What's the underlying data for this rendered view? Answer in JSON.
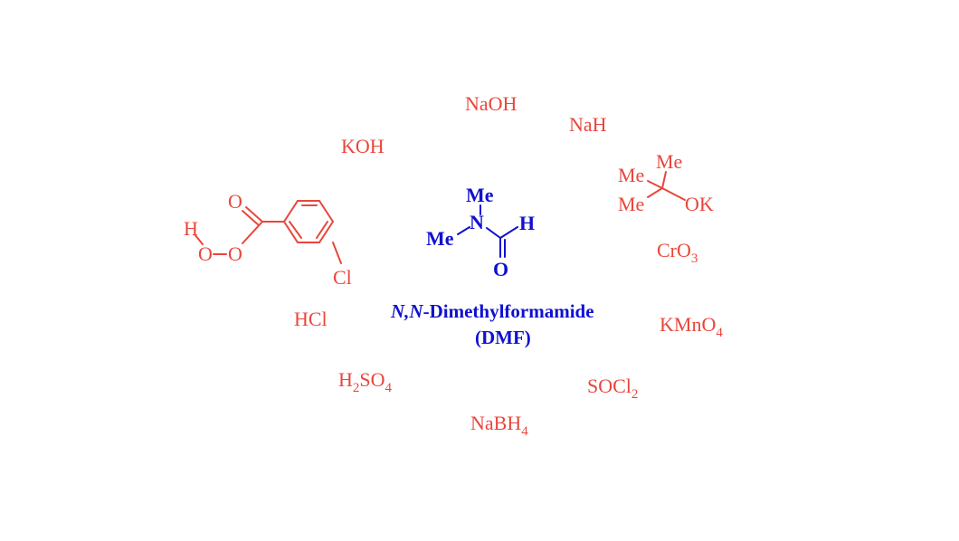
{
  "colors": {
    "reagent": "#e8463c",
    "dmf": "#1010d0"
  },
  "reagents": {
    "naoh": "NaOH",
    "nah": "NaH",
    "koh": "KOH",
    "hcl": "HCl",
    "cro3": {
      "base": "CrO",
      "sub": "3"
    },
    "kmno4": {
      "base": "KMnO",
      "sub": "4"
    },
    "h2so4": {
      "a": "H",
      "sub1": "2",
      "b": "SO",
      "sub2": "4"
    },
    "socl2": {
      "base": "SOCl",
      "sub": "2"
    },
    "nabh4": {
      "base": "NaBH",
      "sub": "4"
    }
  },
  "mcpba": {
    "atoms": {
      "h": "H",
      "o_top": "O",
      "o1": "O",
      "o2": "O",
      "cl": "Cl"
    }
  },
  "tbuok": {
    "atoms": {
      "me_top": "Me",
      "me_left": "Me",
      "me_bottom": "Me",
      "ok": "OK"
    }
  },
  "dmf": {
    "atoms": {
      "me_top": "Me",
      "n": "N",
      "me_left": "Me",
      "h": "H",
      "o": "O"
    },
    "name_italic": "N,N",
    "name_rest": "-Dimethylformamide",
    "abbr": "(DMF)"
  }
}
